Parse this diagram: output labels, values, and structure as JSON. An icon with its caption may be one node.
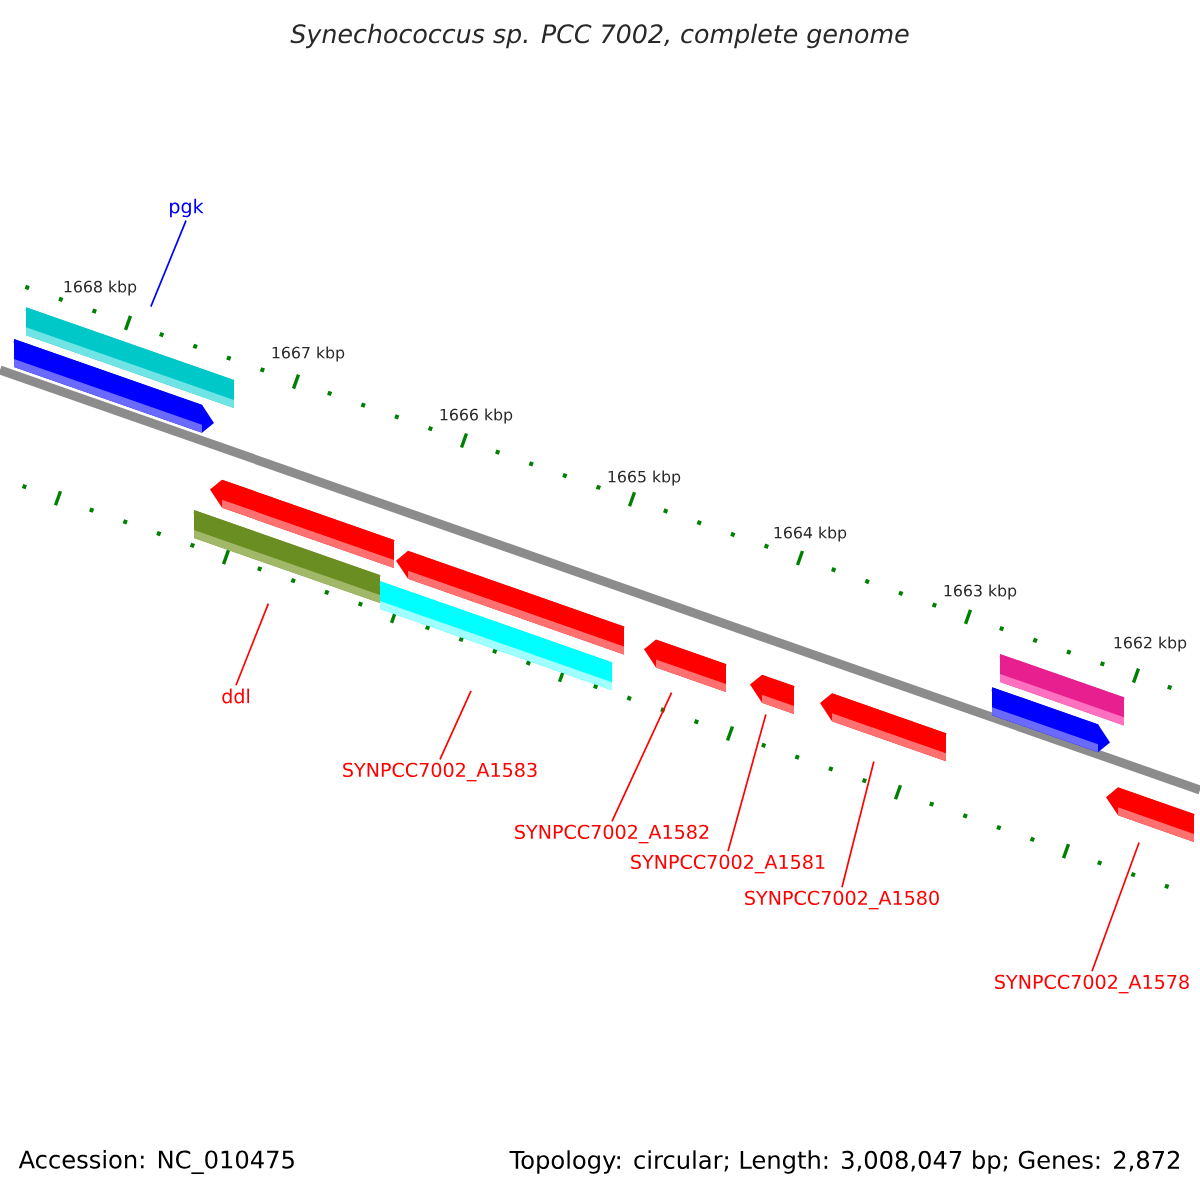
{
  "diagram": {
    "title": "Synechococcus sp. PCC 7002, complete genome",
    "nodes": [
      {
        "text": [
          "pgk"
        ]
      },
      {
        "text": [],
        "shape": "bar"
      },
      {
        "text": [],
        "shape": "arrow"
      },
      {
        "text": [],
        "shape": "arrow"
      },
      {
        "text": [],
        "shape": "bar"
      },
      {
        "text": [],
        "shape": "arrow"
      },
      {
        "text": [],
        "shape": "bar"
      },
      {
        "text": [],
        "shape": "arrow"
      },
      {
        "text": [],
        "shape": "arrow"
      },
      {
        "text": [],
        "shape": "arrow"
      },
      {
        "text": [],
        "shape": "bar"
      },
      {
        "text": [],
        "shape": "arrow"
      },
      {
        "text": [],
        "shape": "arrow"
      },
      {
        "text": [
          "ddl"
        ]
      },
      {
        "text": [
          "SYNPCC7002_A1583"
        ]
      },
      {
        "text": [
          "SYNPCC7002_A1582"
        ]
      },
      {
        "text": [
          "SYNPCC7002_A1581"
        ]
      },
      {
        "text": [
          "SYNPCC7002_A1580"
        ]
      },
      {
        "text": [
          "SYNPCC7002_A1578"
        ]
      }
    ],
    "edges": [
      {
        "from": 0,
        "to": 1,
        "arrow": "none",
        "color": "#0000ff"
      },
      {
        "from": 13,
        "to": 4,
        "arrow": "none"
      },
      {
        "from": 14,
        "to": 6,
        "arrow": "none"
      },
      {
        "from": 15,
        "to": 7,
        "arrow": "none"
      },
      {
        "from": 16,
        "to": 8,
        "arrow": "none"
      },
      {
        "from": 17,
        "to": 9,
        "arrow": "none"
      },
      {
        "from": 18,
        "to": 12,
        "arrow": "none"
      }
    ],
    "labels": [
      "1668 kbp",
      "1667 kbp",
      "1666 kbp",
      "1665 kbp",
      "1664 kbp",
      "1663 kbp",
      "1662 kbp",
      "Accession: NC_010475",
      "Topology: circular; Length: 3,008,047 bp; Genes: 2,872"
    ]
  }
}
